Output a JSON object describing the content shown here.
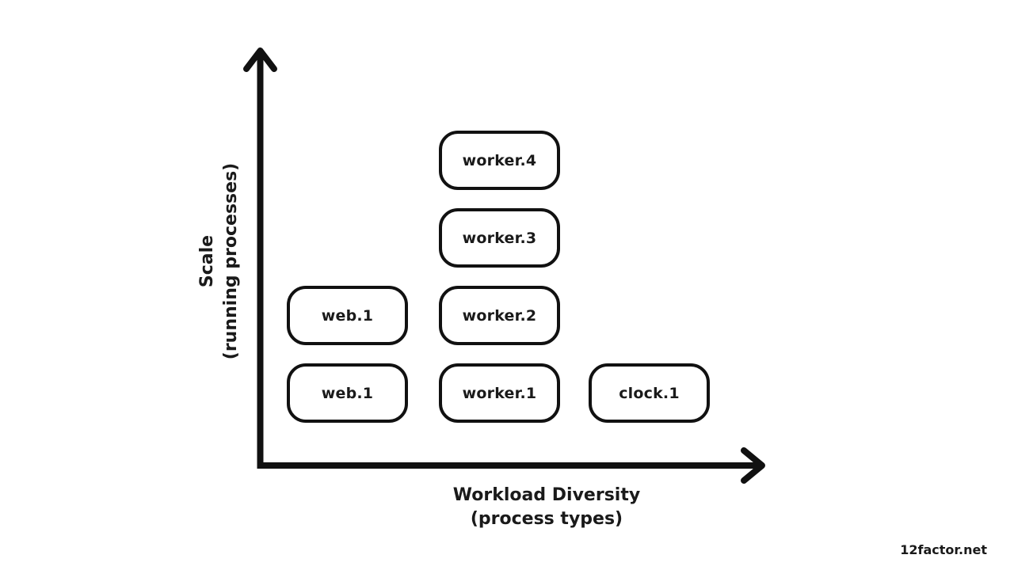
{
  "diagram": {
    "y_axis": {
      "label_line1": "Scale",
      "label_line2": "(running processes)"
    },
    "x_axis": {
      "label_line1": "Workload Diversity",
      "label_line2": "(process types)"
    },
    "watermark": "12factor.net",
    "colors": {
      "ink": "#111111",
      "text": "#1a1a1a",
      "background": "#ffffff"
    },
    "processes": [
      {
        "label": "worker.4",
        "column": "worker",
        "row": 4
      },
      {
        "label": "worker.3",
        "column": "worker",
        "row": 3
      },
      {
        "label": "web.1",
        "column": "web",
        "row": 2
      },
      {
        "label": "worker.2",
        "column": "worker",
        "row": 2
      },
      {
        "label": "web.1",
        "column": "web",
        "row": 1
      },
      {
        "label": "worker.1",
        "column": "worker",
        "row": 1
      },
      {
        "label": "clock.1",
        "column": "clock",
        "row": 1
      }
    ]
  }
}
